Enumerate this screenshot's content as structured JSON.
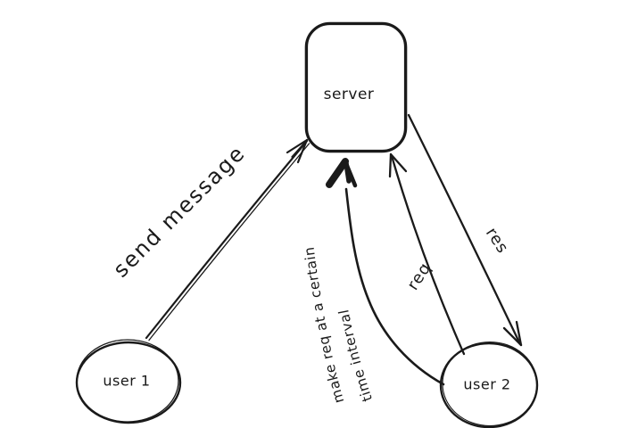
{
  "canvas": {
    "background": "#ffffff",
    "ink_color": "#1a1a1a"
  },
  "nodes": [
    {
      "id": "server",
      "label": "server",
      "shape": "rounded-rect"
    },
    {
      "id": "user1",
      "label": "user 1",
      "shape": "ellipse"
    },
    {
      "id": "user2",
      "label": "user 2",
      "shape": "ellipse"
    }
  ],
  "edges": [
    {
      "id": "send-message",
      "label": "send message",
      "from": "user 1",
      "to": "server",
      "style": "straight-arrow"
    },
    {
      "id": "req",
      "label": "req",
      "from": "user 2",
      "to": "server",
      "style": "straight-arrow"
    },
    {
      "id": "res",
      "label": "res",
      "from": "server",
      "to": "user 2",
      "style": "straight-arrow"
    },
    {
      "id": "polling",
      "label_line1": "make req at a certain",
      "label_line2": "time interval",
      "from": "user 2",
      "to": "server",
      "style": "curved-arrow-bold-head"
    }
  ]
}
